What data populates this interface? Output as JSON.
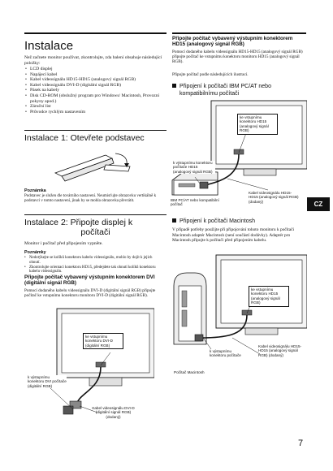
{
  "page": {
    "number": "7",
    "language_tab": "CZ"
  },
  "left": {
    "install": {
      "title": "Instalace",
      "intro": "Než začnete monitor používat, zkontrolujte, zda balení obsahuje následující položky:",
      "items": [
        "LCD displej",
        "Napájecí kabel",
        "Kabel videosignálu HD15-HD15 (analogový signál RGB)",
        "Kabel videosignálu DVI-D (digitální signál RGB)",
        "Pásek na kabely",
        "Disk CD-ROM (obslužný program pro Windows/ Macintosh, Provozní pokyny apod.)",
        "Záruční list",
        "Průvodce rychlým nastavením"
      ]
    },
    "step1": {
      "title": "Instalace 1: Otevřete podstavec",
      "note_label": "Poznámka",
      "note": "Podstavec je složen dle továrního nastavení. Neumisťujte obrazovku vertikálně k podstavci v tomto nastavení, jinak by se mohla obrazovka převrátit."
    },
    "step2": {
      "title_line1": "Instalace 2: Připojte displej k",
      "title_line2": "počítači",
      "intro": "Monitor i počítač před připojením vypněte.",
      "notes_label": "Poznámky",
      "notes": [
        "Nedotýkejte se kolíků konektoru kabelu videosignálu, mohlo by dojít k jejich ohnutí.",
        "Zkontrolujte orientaci konektoru HD15, předejdete tak ohnutí kolíků konektoru kabelu videosignálu."
      ],
      "dvi": {
        "heading": "Připojte počítač vybavený výstupním konektorem DVI (digitální signál RGB)",
        "text": "Pomocí dodaného kabelu videosignálu DVI-D (digitální signál RGB) připojte počítač ke vstupnímu konektoru monitoru DVI-D (digitální signál RGB).",
        "callout_monitor": "ke vstupnímu konektoru DVI-D (digitální RGB)",
        "callout_pc": "k výstupnímu konektoru DVI počítače (digitální RGB)",
        "callout_cable": "Kabel videosignálu DVI-D (digitální signál RGB) (dodaný)"
      }
    }
  },
  "right": {
    "hd15": {
      "heading": "Připojte počítač vybavený výstupním konektorem HD15 (analogový signál RGB)",
      "text": "Pomocí dodaného kabelu videosignálu HD15-HD15 (analogový signál RGB) připojte počítač ke vstupnímu konektoru monitoru HD15 (analogový signál RGB).",
      "follow": "Připojte počítač podle následujících ilustrací."
    },
    "ibm": {
      "heading_line1": "Připojení k počítači IBM PC/AT nebo",
      "heading_line2": "kompatibilnímu počítači",
      "callout_monitor": "ke vstupnímu konektoru HD15 (analogový signál RGB)",
      "callout_pc_out": "k výstupnímu konektoru počítače HD15 (analogový signál RGB)",
      "callout_pc": "IBM PC/AT nebo kompatibilní počítač",
      "callout_cable": "Kabel videosignálu HD15-HD15 (analogový signál RGB) (dodaný)"
    },
    "mac": {
      "heading": "Připojení k počítači Macintosh",
      "text": "V případě potřeby použijte při připojování tohoto monitoru k počítači Macintosh adaptér Macintosh (není součástí dodávky). Adaptér pro Macintosh připojte k počítači před připojením kabelu.",
      "callout_monitor": "ke vstupnímu konektoru HD15 (analogový signál RGB)",
      "callout_pc_out": "k výstupnímu konektoru počítače",
      "callout_cable": "Kabel videosignálu HD15-HD15 (analogový signál RGB) (dodaný)",
      "callout_pc": "Počítač Macintosh"
    }
  }
}
